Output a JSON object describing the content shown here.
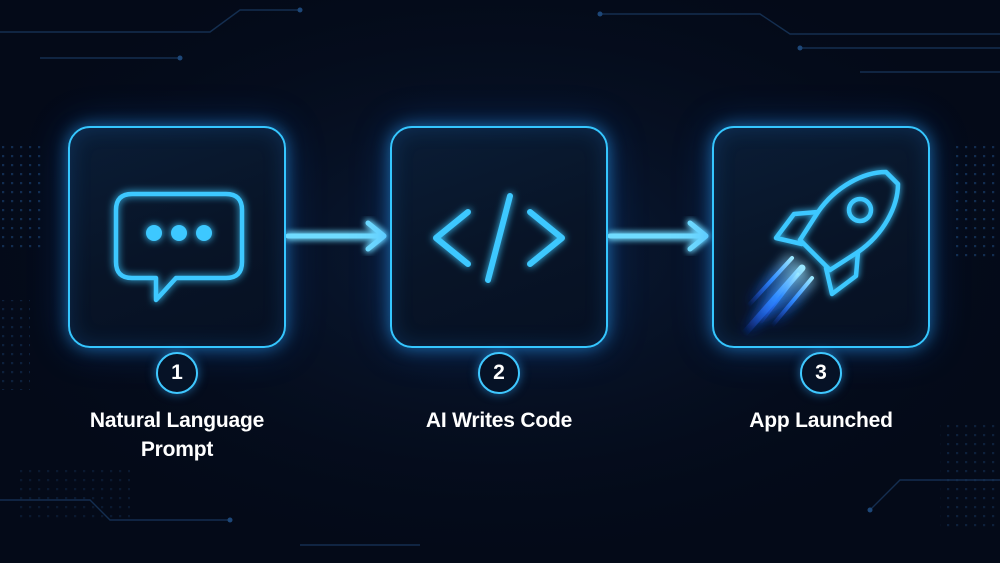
{
  "steps": [
    {
      "number": "1",
      "label_lines": [
        "Natural Language",
        "Prompt"
      ],
      "icon": "chat-bubble-icon"
    },
    {
      "number": "2",
      "label_lines": [
        "AI Writes Code"
      ],
      "icon": "code-brackets-icon"
    },
    {
      "number": "3",
      "label_lines": [
        "App Launched"
      ],
      "icon": "rocket-icon"
    }
  ],
  "colors": {
    "background": "#040a18",
    "accent": "#35c6ff",
    "accent_deep": "#1e6bff",
    "text": "#ffffff"
  }
}
